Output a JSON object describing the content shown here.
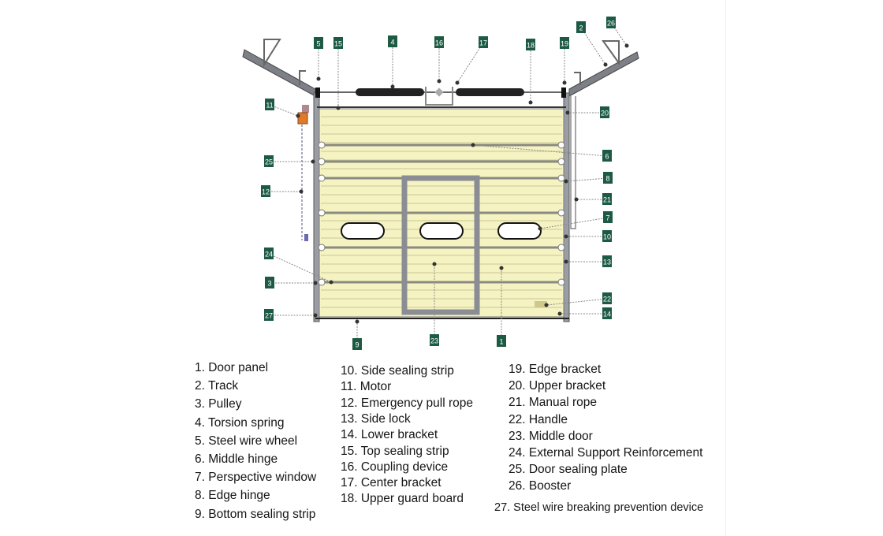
{
  "colors": {
    "panel": "#f5f3c2",
    "callout": "#1d5a44",
    "frame": "#8a8e94"
  },
  "callouts": [
    "5",
    "15",
    "4",
    "16",
    "17",
    "18",
    "19",
    "2",
    "26",
    "11",
    "20",
    "6",
    "25",
    "8",
    "12",
    "21",
    "7",
    "10",
    "24",
    "13",
    "3",
    "22",
    "27",
    "14",
    "9",
    "23",
    "1"
  ],
  "legend": [
    "1. Door panel",
    "2. Track",
    "3. Pulley",
    "4. Torsion spring",
    "5. Steel wire wheel",
    "6. Middle hinge",
    "7. Perspective window",
    "8. Edge hinge",
    "9. Bottom sealing strip",
    "10. Side sealing strip",
    "11. Motor",
    "12. Emergency pull rope",
    "13. Side lock",
    "14. Lower bracket",
    "15. Top sealing strip",
    "16. Coupling device",
    "17. Center bracket",
    "18. Upper guard board",
    "19. Edge bracket",
    "20. Upper bracket",
    "21. Manual rope",
    "22. Handle",
    "23. Middle door",
    "24. External Support Reinforcement",
    "25. Door sealing plate",
    "26. Booster",
    "27. Steel wire breaking prevention device"
  ]
}
